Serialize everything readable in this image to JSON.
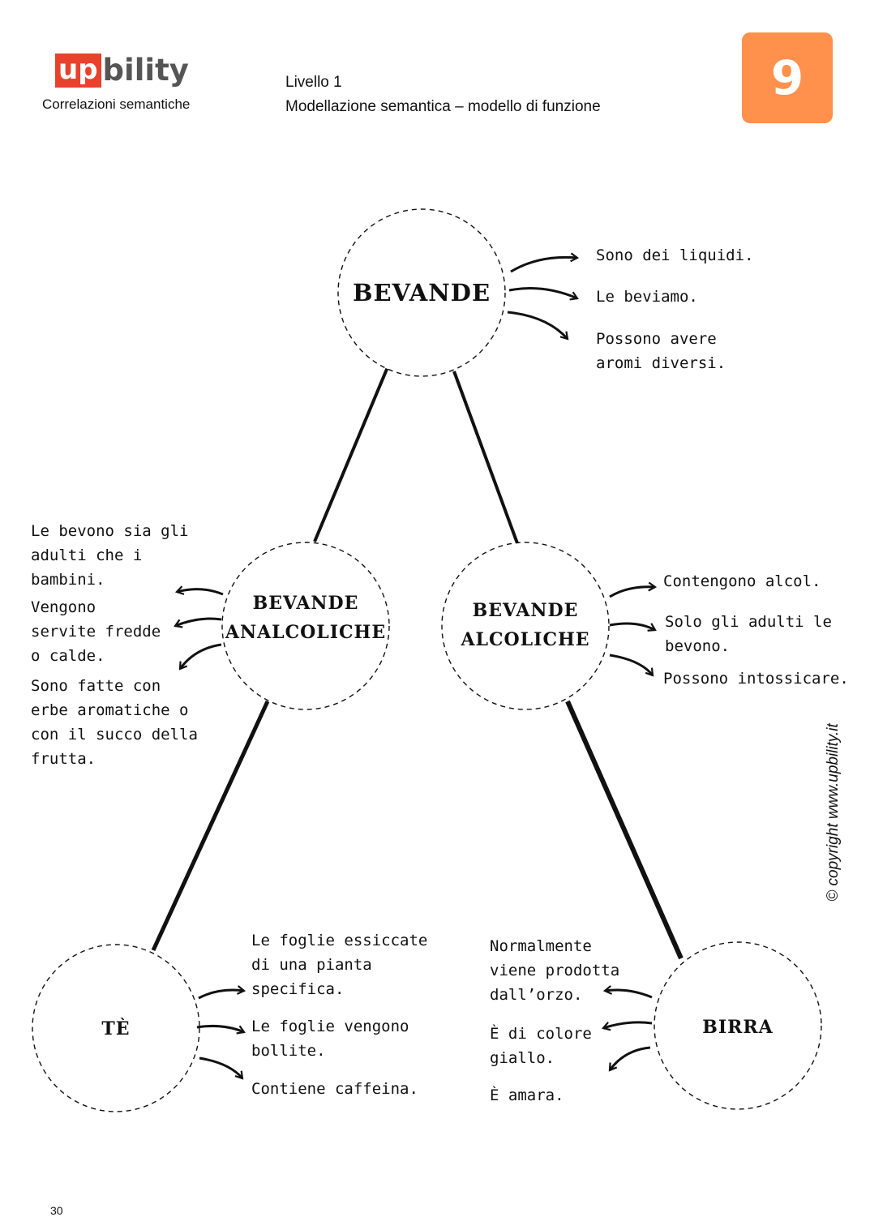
{
  "header": {
    "logo_up": "up",
    "logo_rest": "bility",
    "subtitle": "Correlazioni semantiche",
    "level": "Livello 1",
    "model": "Modellazione semantica – modello di funzione",
    "badge_number": "9",
    "badge_color": "#ff914d",
    "logo_color": "#e8412c"
  },
  "nodes": {
    "root": "BEVANDE",
    "left": "BEVANDE\nANALCOLICHE",
    "right": "BEVANDE\nALCOLICHE",
    "bottom_left": "TÈ",
    "bottom_right": "BIRRA"
  },
  "features": {
    "root": [
      "Sono dei liquidi.",
      "Le beviamo.",
      "Possono avere\naromi diversi."
    ],
    "left": [
      "Le bevono sia gli\nadulti che i\nbambini.",
      "Vengono\nservite fredde\no calde.",
      "Sono fatte con\nerbe aromatiche o\ncon il succo della\nfrutta."
    ],
    "right": [
      "Contengono alcol.",
      "Solo gli adulti le\nbevono.",
      "Possono intossicare."
    ],
    "bottom_left": [
      "Le foglie essiccate\ndi una pianta\nspecifica.",
      "Le foglie vengono\nbollite.",
      "Contiene caffeina."
    ],
    "bottom_right": [
      "Normalmente\nviene prodotta\ndall’orzo.",
      "È di colore\ngiallo.",
      "È amara."
    ]
  },
  "copyright": "© copyright www.upbility.it",
  "page_number": "30"
}
